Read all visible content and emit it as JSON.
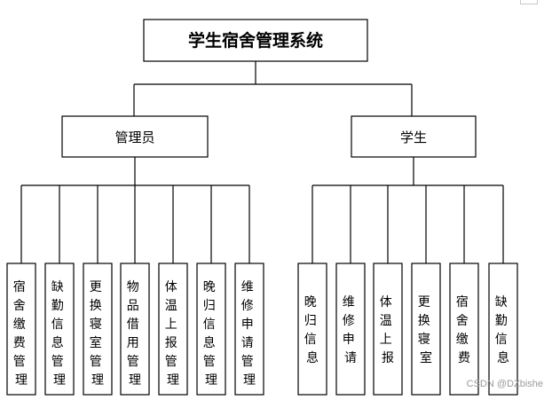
{
  "root": {
    "label": "学生宿舍管理系统"
  },
  "roles": [
    {
      "id": "admin",
      "label": "管理员",
      "children": [
        "宿舍缴费管理",
        "缺勤信息管理",
        "更换寝室管理",
        "物品借用管理",
        "体温上报管理",
        "晚归信息管理",
        "维修申请管理"
      ]
    },
    {
      "id": "student",
      "label": "学生",
      "children": [
        "晚归信息",
        "维修申请",
        "体温上报",
        "更换寝室",
        "宿舍缴费",
        "缺勤信息"
      ]
    }
  ],
  "watermark": "CSDN @DZbishe"
}
